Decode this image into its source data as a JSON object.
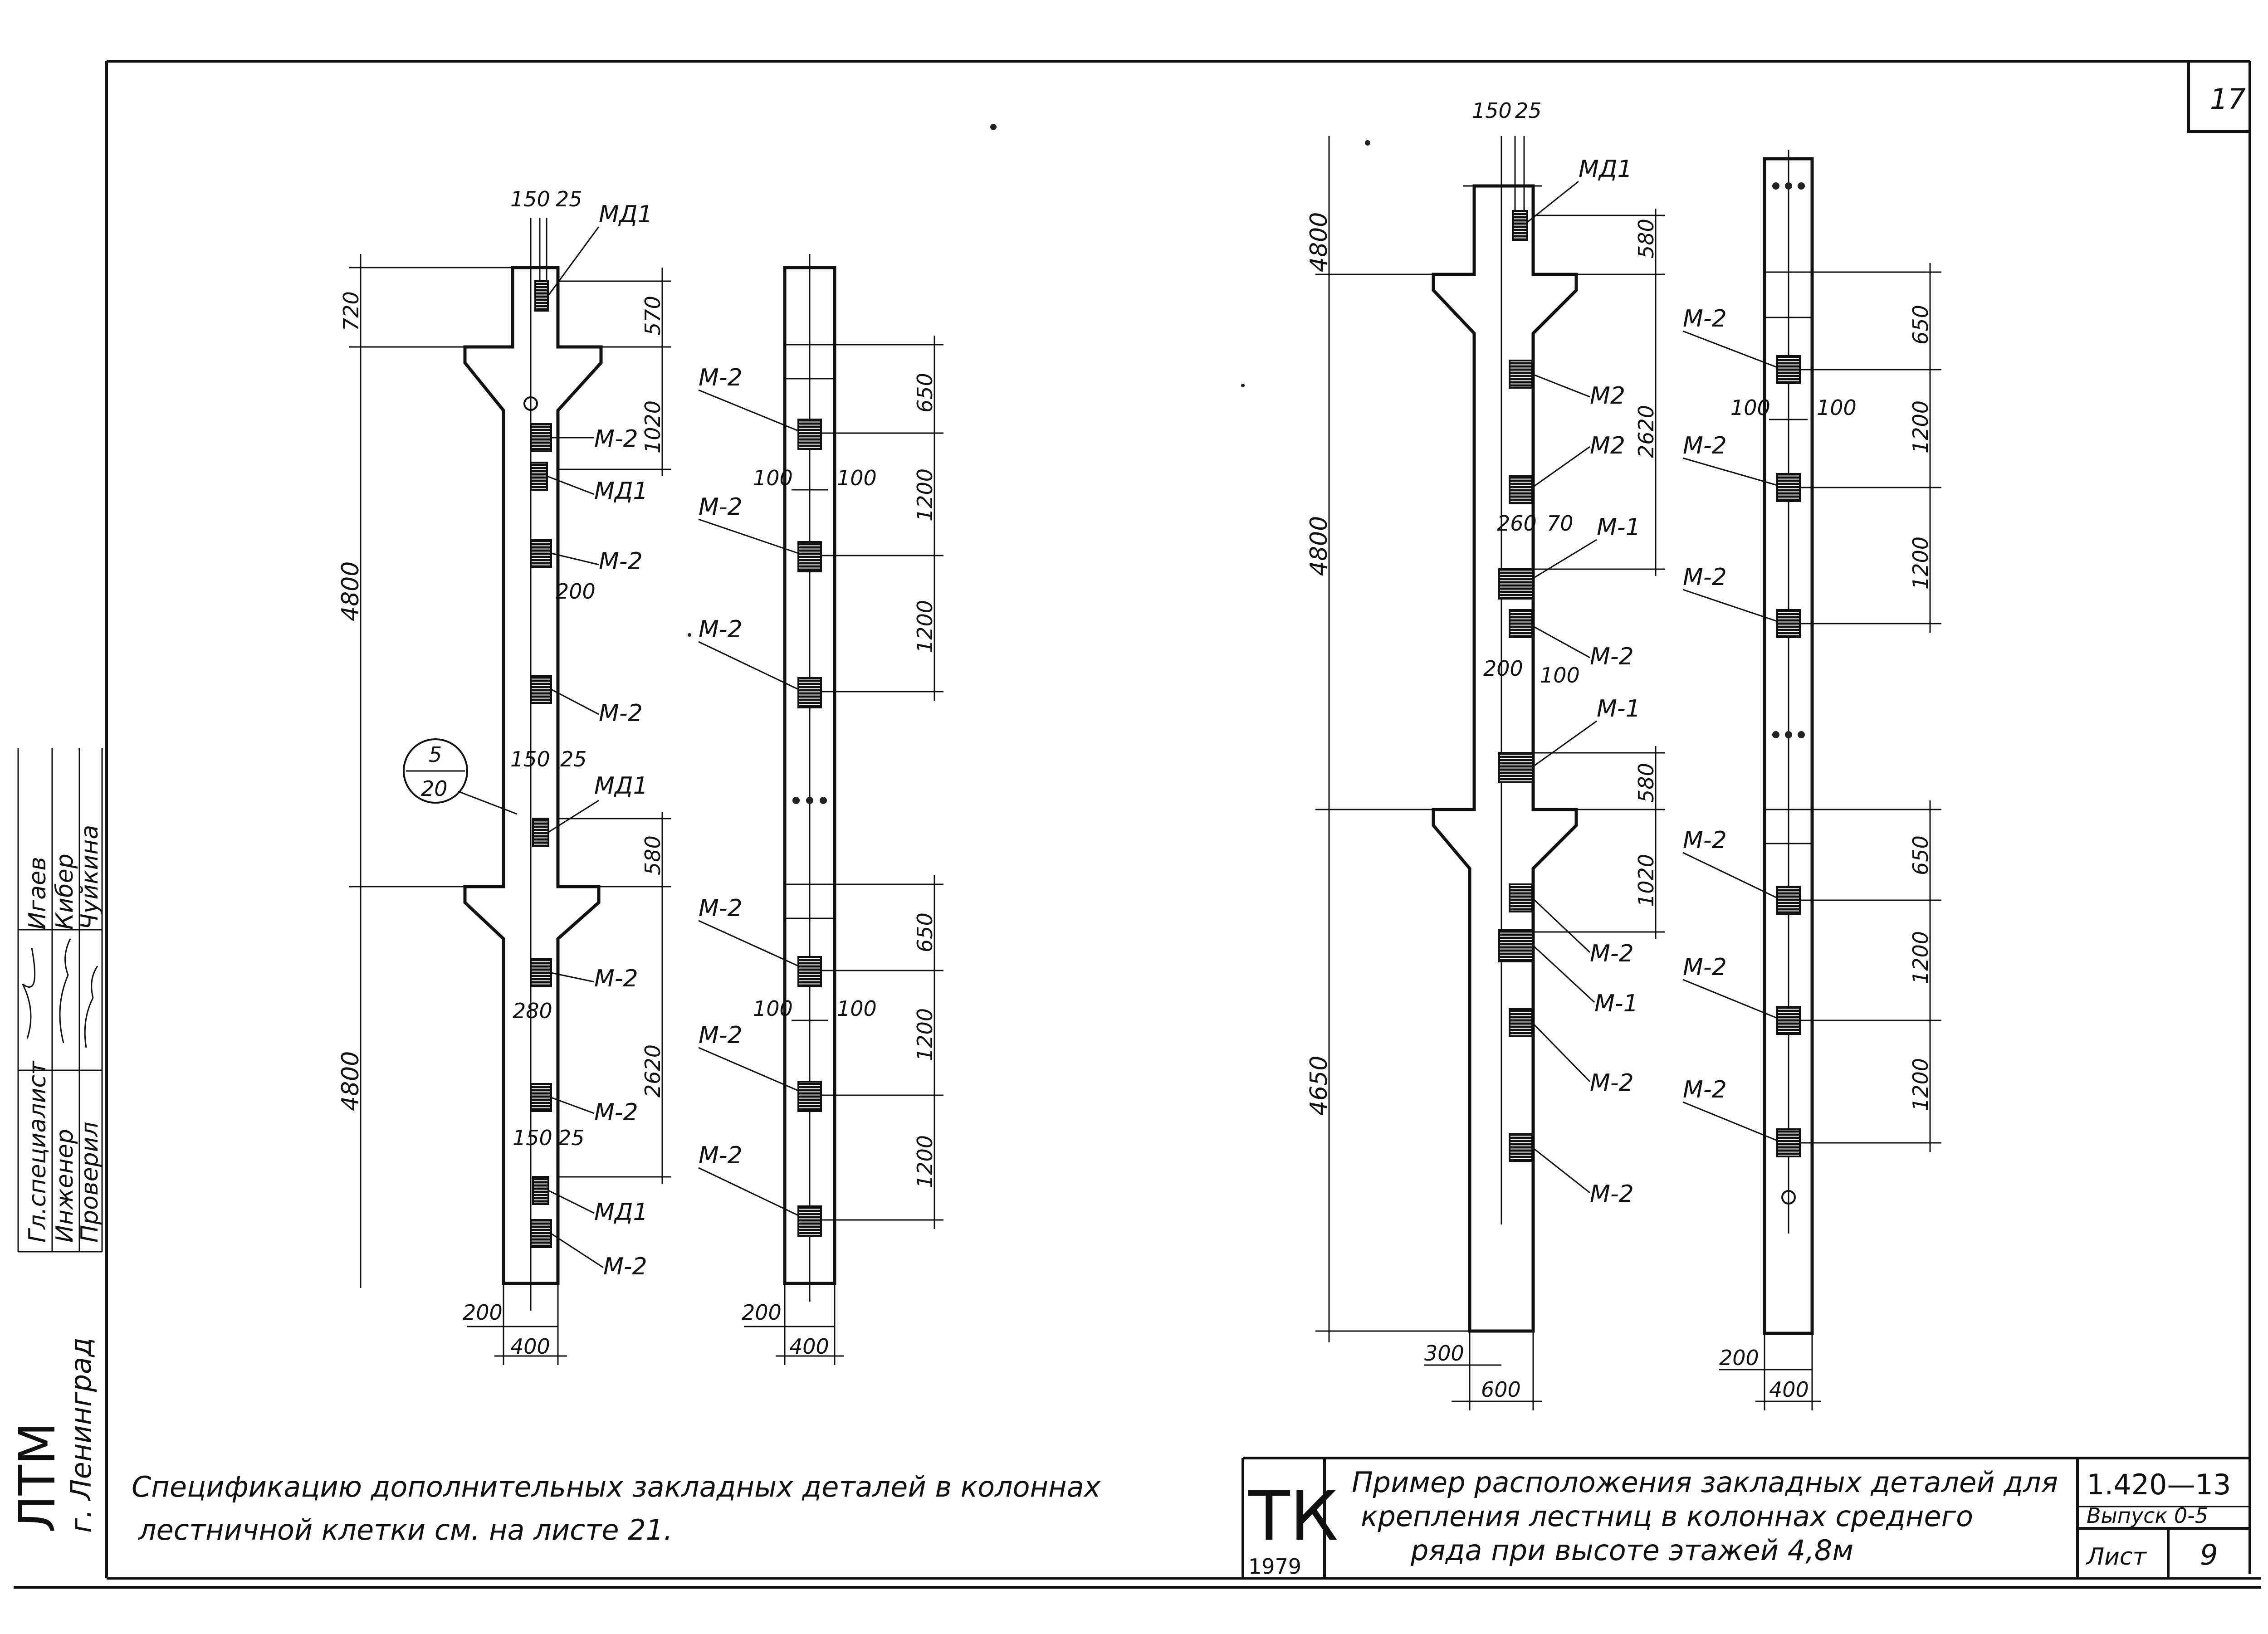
{
  "sheet": {
    "page_number": "17",
    "series_code": "1.420—13",
    "issue": "Выпуск 0-5",
    "sheet_label": "Лист",
    "sheet_number": "9",
    "org_logo": "ТК",
    "year": "1979",
    "title_lines": [
      "Пример расположения закладных деталей для",
      "крепления лестниц в колоннах среднего",
      "ряда при высоте   этажей 4,8м"
    ],
    "note_lines": [
      "Спецификацию дополнительных закладных деталей в колоннах",
      "лестничной клетки см. на листе 21."
    ],
    "city": "г. Ленинград",
    "stamp_letters": "ЛТМ",
    "signatures": [
      {
        "role": "Гл.специалист",
        "name": "Игаев"
      },
      {
        "role": "Инженер",
        "name": "Кибер"
      },
      {
        "role": "Проверил",
        "name": "Чуйкина"
      }
    ]
  },
  "parts": {
    "md1": "МД1",
    "m2": "М-2",
    "m2b": "М2",
    "m1": "М-1"
  },
  "dims": {
    "d150": "150",
    "d25": "25",
    "d720": "720",
    "d570": "570",
    "d1020": "1020",
    "d4800": "4800",
    "d200": "200",
    "d580": "580",
    "d280": "280",
    "d2620": "2620",
    "d400": "400",
    "d650": "650",
    "d1200": "1200",
    "d100": "100",
    "d4650": "4650",
    "d260": "260",
    "d70": "70",
    "d300": "300",
    "d600": "600"
  },
  "callout": {
    "top": "5",
    "bottom": "20"
  }
}
